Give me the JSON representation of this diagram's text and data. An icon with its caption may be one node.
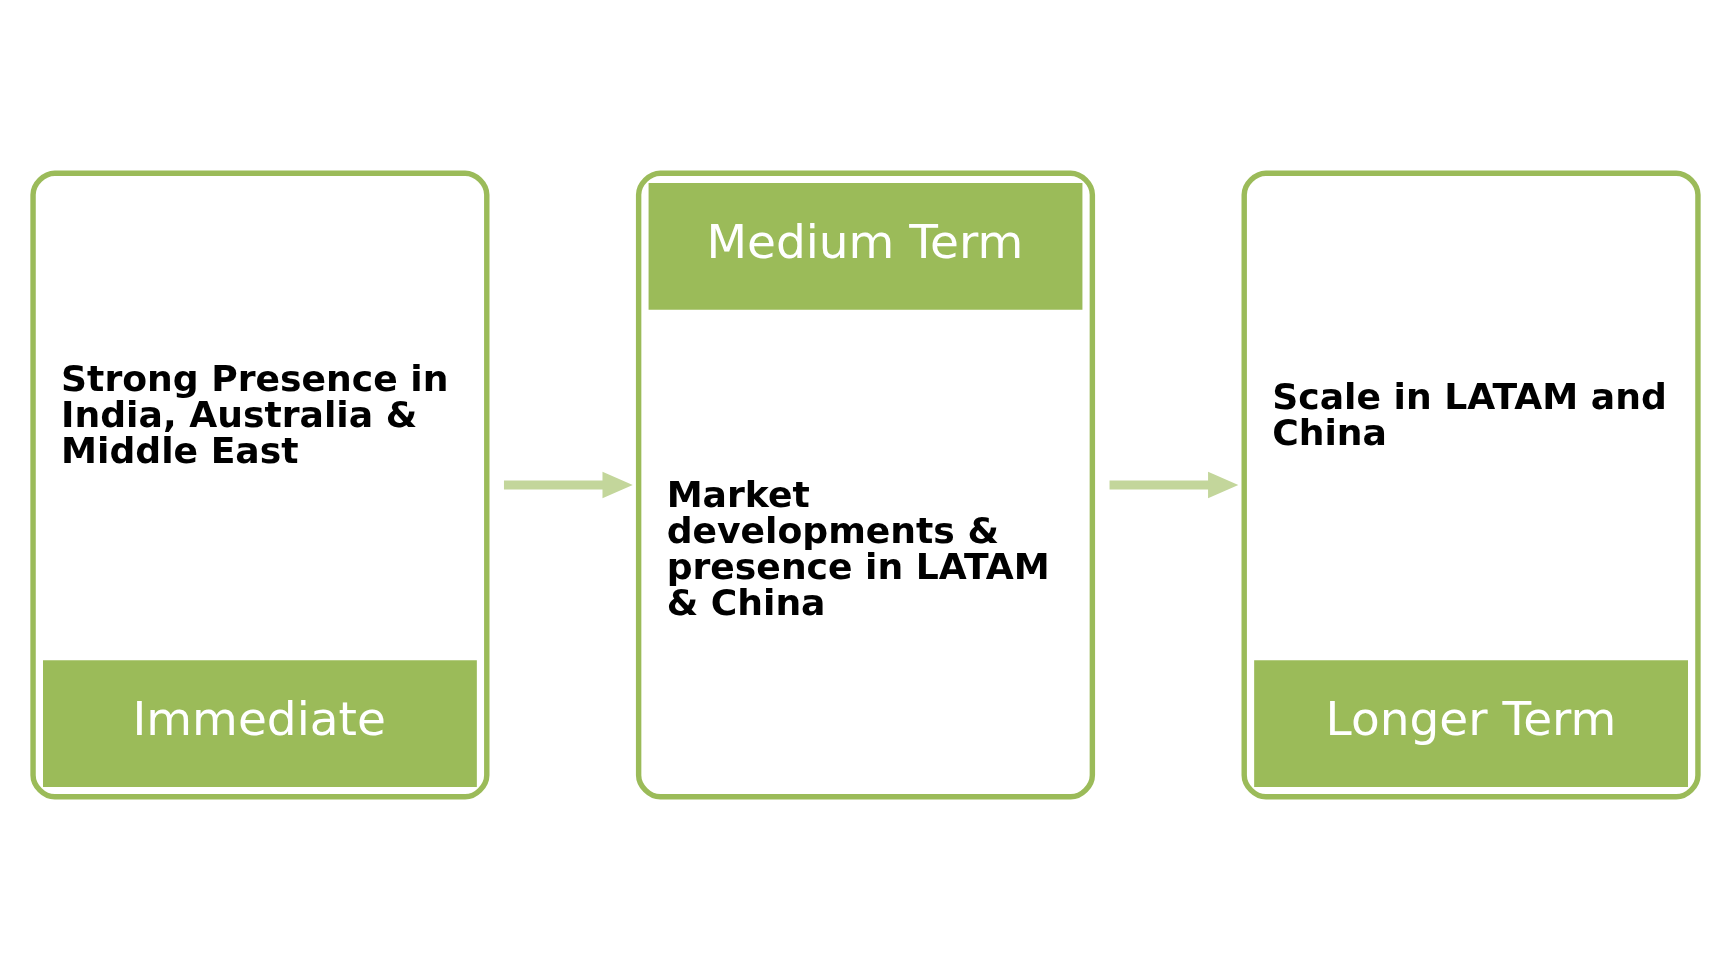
{
  "diagram": {
    "nodes": [
      {
        "text": [
          "Strong Presence in India, Australia & Middle East",
          "Immediate"
        ]
      },
      {
        "text": [
          "Medium Term",
          "Market developments & presence in LATAM & China"
        ]
      },
      {
        "text": [
          "Scale in LATAM and China",
          "Longer Term"
        ]
      }
    ],
    "edges": [
      {
        "from": 0,
        "to": 1,
        "arrow": "to"
      },
      {
        "from": 1,
        "to": 2,
        "arrow": "to"
      }
    ]
  }
}
